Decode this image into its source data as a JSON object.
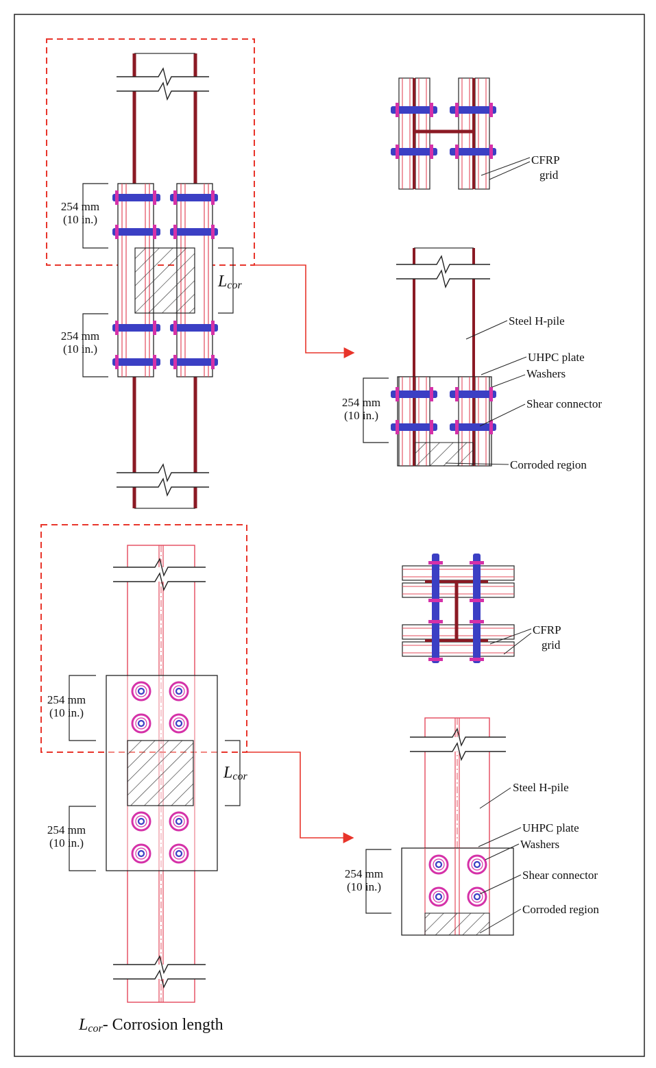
{
  "colors": {
    "steel": "#8b1a24",
    "plate": "#e3485a",
    "bolt": "#3b3fc4",
    "washer": "#d531a8",
    "outline": "#222222",
    "callout_box": "#e8342a",
    "callout_arrow": "#e8342a"
  },
  "top": {
    "dim_1": [
      "254 mm",
      "(10 in.)"
    ],
    "dim_2": [
      "254 mm",
      "(10 in.)"
    ],
    "lcor_main": "L",
    "lcor_sub": "cor",
    "detail_dim": [
      "254 mm",
      "(10 in.)"
    ],
    "labels": {
      "cfrp": [
        "CFRP",
        "grid"
      ],
      "steel_h_pile": "Steel H-pile",
      "uhpc_plate": "UHPC plate",
      "washers": "Washers",
      "shear_connector": "Shear connector",
      "corroded_region": "Corroded region"
    }
  },
  "bottom": {
    "dim_1": [
      "254 mm",
      "(10 in.)"
    ],
    "dim_2": [
      "254 mm",
      "(10 in.)"
    ],
    "lcor_main": "L",
    "lcor_sub": "cor",
    "detail_dim": [
      "254 mm",
      "(10 in.)"
    ],
    "labels": {
      "cfrp": [
        "CFRP",
        "grid"
      ],
      "steel_h_pile": "Steel H-pile",
      "uhpc_plate": "UHPC plate",
      "washers": "Washers",
      "shear_connector": "Shear connector",
      "corroded_region": "Corroded region"
    }
  },
  "caption": {
    "symbol": "L",
    "symbol_sub": "cor",
    "text": "- Corrosion length"
  }
}
